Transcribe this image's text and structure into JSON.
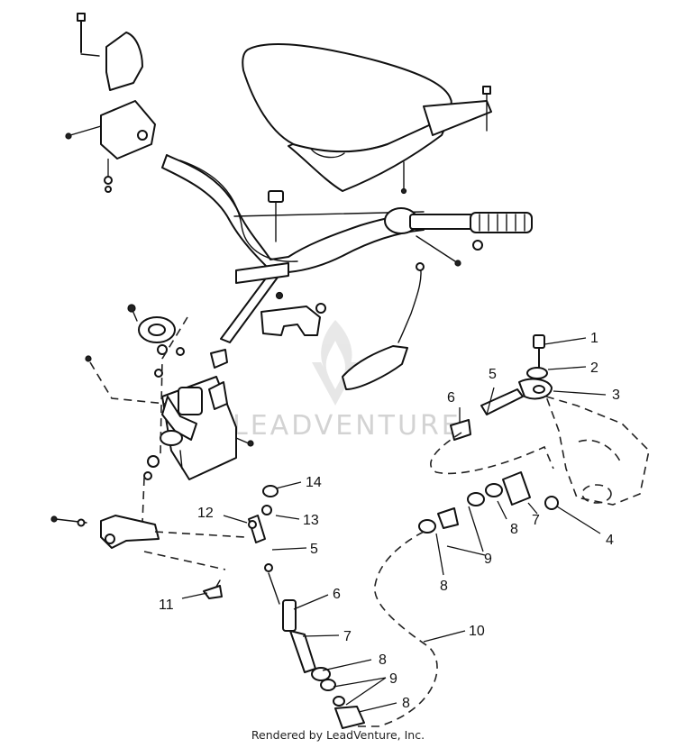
{
  "watermark": {
    "brand_text": "LEADVENTURE"
  },
  "callouts": [
    {
      "id": "1",
      "text": "1"
    },
    {
      "id": "2",
      "text": "2"
    },
    {
      "id": "3",
      "text": "3"
    },
    {
      "id": "4",
      "text": "4"
    },
    {
      "id": "5a",
      "text": "5"
    },
    {
      "id": "5b",
      "text": "5"
    },
    {
      "id": "6a",
      "text": "6"
    },
    {
      "id": "6b",
      "text": "6"
    },
    {
      "id": "7a",
      "text": "7"
    },
    {
      "id": "7b",
      "text": "7"
    },
    {
      "id": "8a",
      "text": "8"
    },
    {
      "id": "8b",
      "text": "8"
    },
    {
      "id": "8c",
      "text": "8"
    },
    {
      "id": "8d",
      "text": "8"
    },
    {
      "id": "9a",
      "text": "9"
    },
    {
      "id": "9b",
      "text": "9"
    },
    {
      "id": "10",
      "text": "10"
    },
    {
      "id": "11",
      "text": "11"
    },
    {
      "id": "12",
      "text": "12"
    },
    {
      "id": "13",
      "text": "13"
    },
    {
      "id": "14",
      "text": "14"
    }
  ],
  "footer": {
    "credit": "Rendered by LeadVenture, Inc."
  }
}
